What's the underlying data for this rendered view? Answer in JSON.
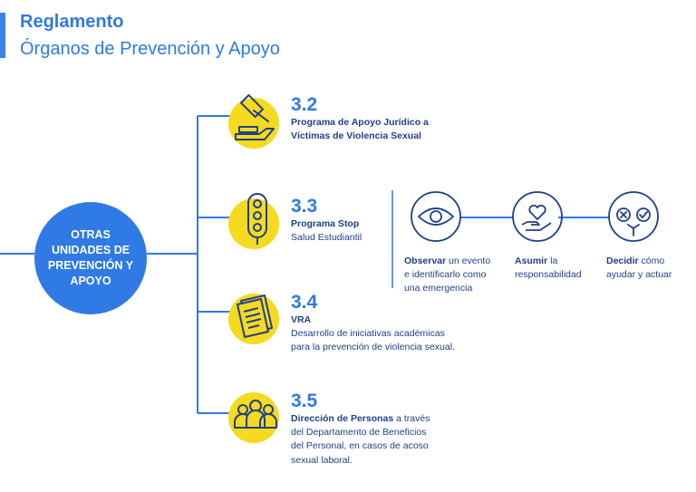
{
  "header": {
    "title": "Reglamento",
    "subtitle": "Órganos de Prevención y Apoyo"
  },
  "hub": {
    "label": "OTRAS UNIDADES DE PREVENCIÓN Y APOYO"
  },
  "items": [
    {
      "number": "3.2",
      "title_line1": "Programa de Apoyo Jurídico a",
      "title_line2": "Víctimas de Violencia Sexual",
      "icon": "gavel-hand-icon"
    },
    {
      "number": "3.3",
      "title": "Programa Stop",
      "desc": "Salud Estudiantil",
      "icon": "traffic-light-icon"
    },
    {
      "number": "3.4",
      "title": "VRA",
      "desc_line1": "Desarrollo de iniciativas académicas",
      "desc_line2": "para la prevención de violencia sexual.",
      "icon": "document-icon"
    },
    {
      "number": "3.5",
      "title": "Dirección de Personas",
      "desc_line1": " a través",
      "desc_line2": "del Departamento de Beneficios",
      "desc_line3": "del Personal, en casos de acoso",
      "desc_line4": "sexual laboral.",
      "icon": "people-icon"
    }
  ],
  "stop_steps": [
    {
      "bold": "Observar",
      "rest": " un evento",
      "line2": "e identificarlo como",
      "line3": "una emergencia",
      "icon": "eye-icon"
    },
    {
      "bold": "Asumir",
      "rest": " la",
      "line2": "responsabilidad",
      "icon": "heart-hand-icon"
    },
    {
      "bold": "Decidir",
      "rest": " cómo",
      "line2": "ayudar y actuar",
      "icon": "decision-icon"
    }
  ],
  "colors": {
    "blue": "#2f7ae5",
    "yellow": "#f6da1f",
    "navy": "#1f3f8a"
  }
}
